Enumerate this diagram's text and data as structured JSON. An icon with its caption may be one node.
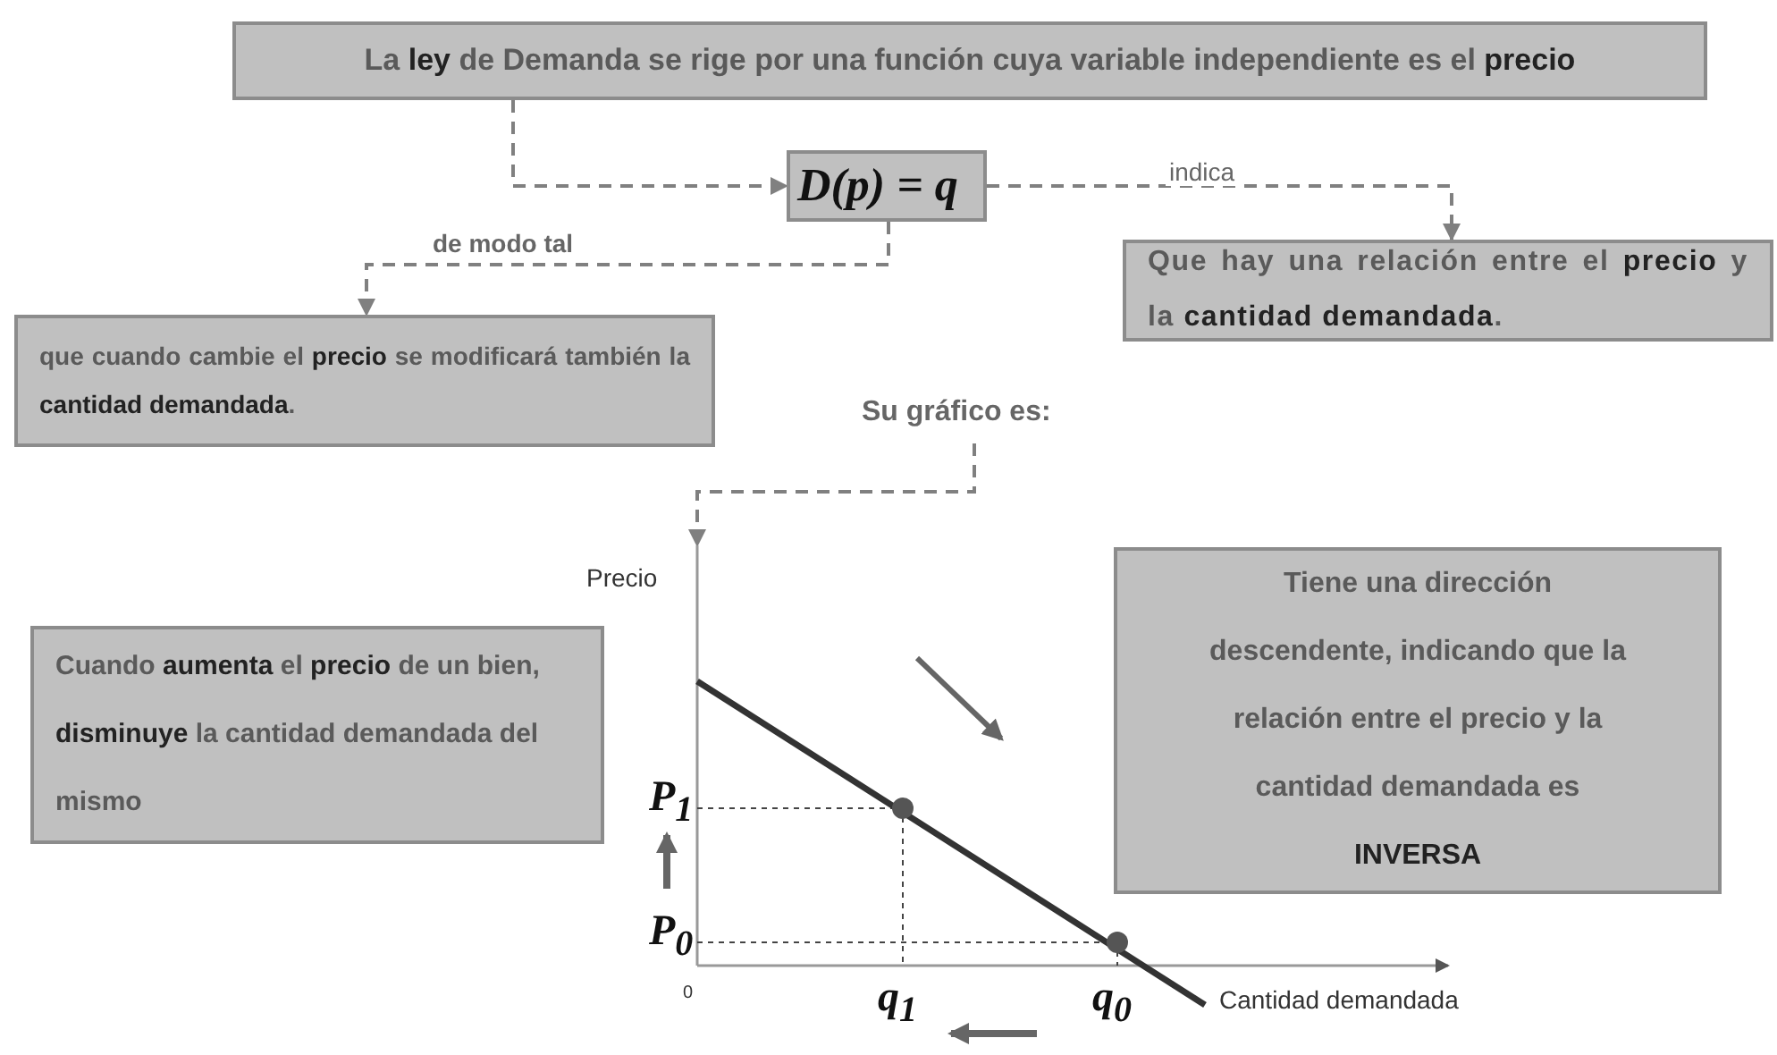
{
  "diagram": {
    "nodes": [
      {
        "text": [
          "La **ley** de Demanda se rige por una función cuya variable independiente es el **precio**"
        ]
      },
      {
        "text": [
          "D(p) = q"
        ]
      },
      {
        "text": [
          "Que hay una relación entre el **precio** y la **cantidad demandada**."
        ]
      },
      {
        "text": [
          "que cuando cambie el **precio** se modificará también la **cantidad demandada**."
        ]
      },
      {
        "text": [
          "Su gráfico es:"
        ]
      },
      {
        "text": [],
        "shape": "picture"
      },
      {
        "text": [
          "Cuando **aumenta** el **precio** de un bien, **disminuye** la cantidad demandada del mismo"
        ]
      },
      {
        "text": [
          "Tiene una dirección descendente, indicando que la relación entre el precio y la cantidad demandada es **INVERSA**"
        ]
      }
    ],
    "edges": [
      {
        "from": 0,
        "to": 1,
        "arrow": "to",
        "style": "dashed"
      },
      {
        "from": 1,
        "to": 2,
        "arrow": "to",
        "label": "indica",
        "style": "dashed"
      },
      {
        "from": 1,
        "to": 3,
        "arrow": "to",
        "label": "de modo tal",
        "style": "dashed"
      },
      {
        "from": 4,
        "to": 5,
        "arrow": "to",
        "style": "dashed"
      }
    ],
    "labels": [
      "Precio",
      "P$_{1}$",
      "P$_{0}$",
      "0",
      "q$_{1}$",
      "q$_{0}$",
      "Cantidad demandada"
    ]
  }
}
